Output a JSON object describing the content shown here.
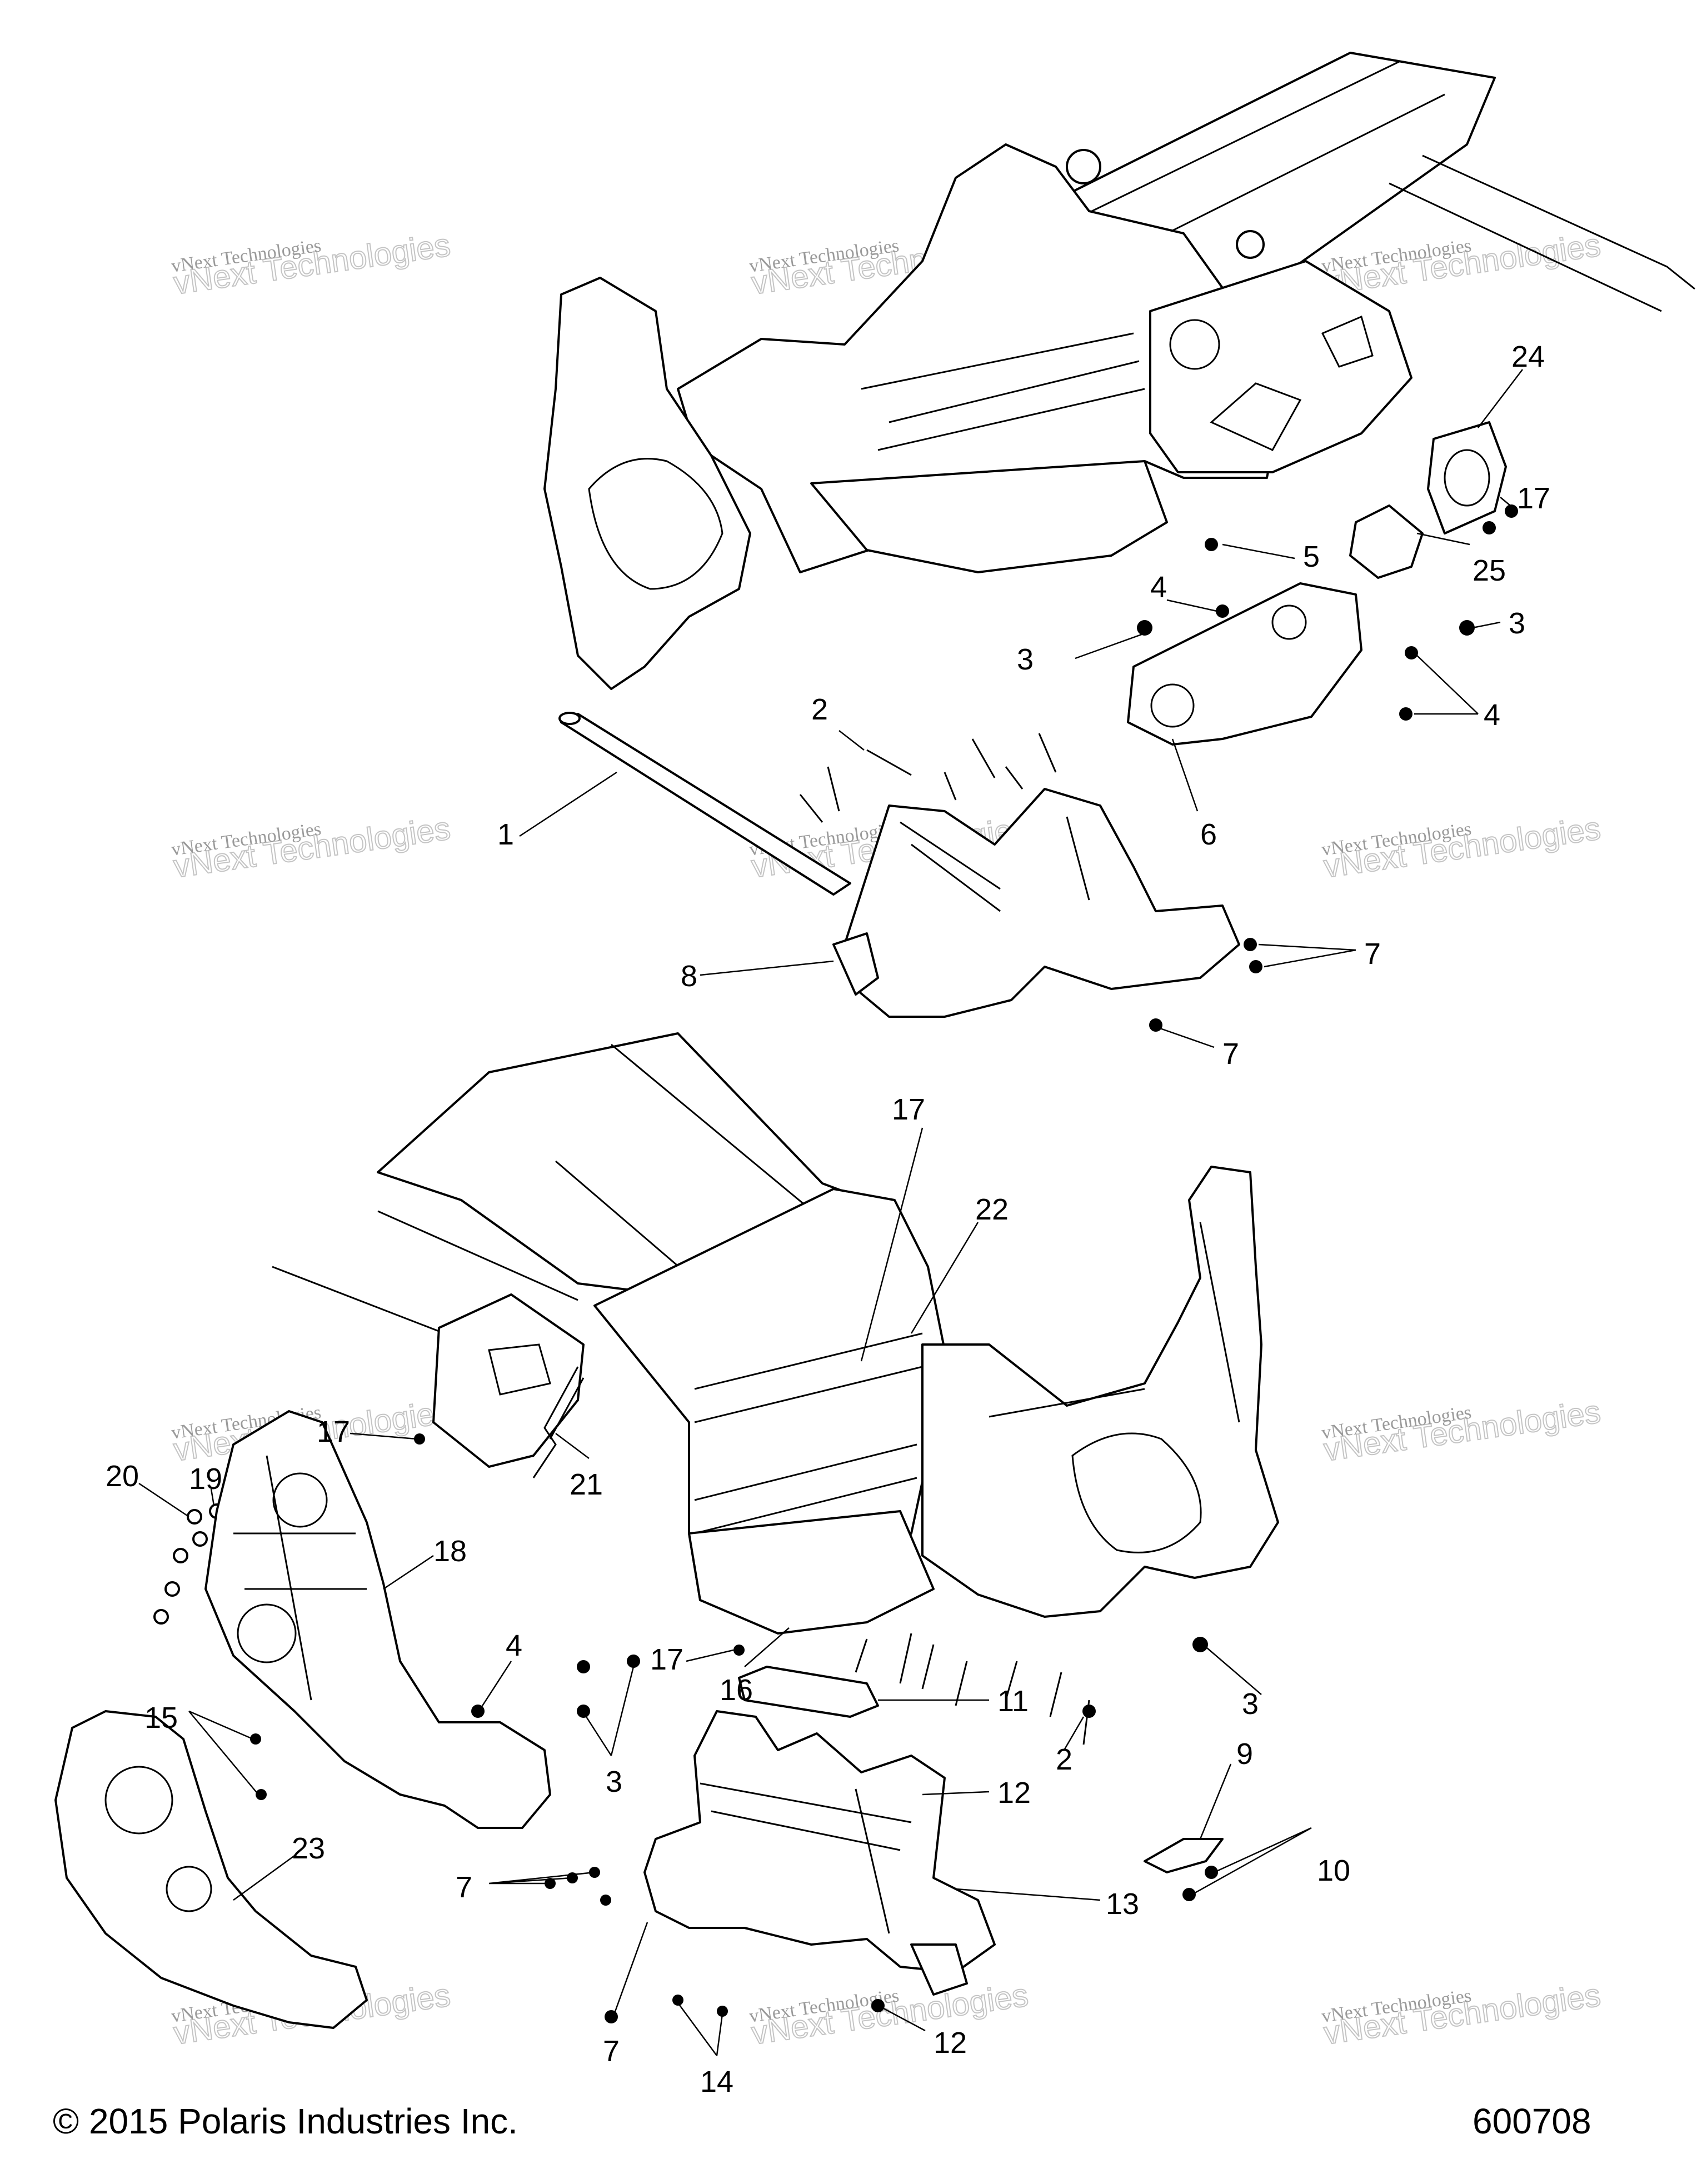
{
  "callouts": [
    {
      "id": "c1",
      "text": "1"
    },
    {
      "id": "c2a",
      "text": "2"
    },
    {
      "id": "c2b",
      "text": "2"
    },
    {
      "id": "c3a",
      "text": "3"
    },
    {
      "id": "c3b",
      "text": "3"
    },
    {
      "id": "c3c",
      "text": "3"
    },
    {
      "id": "c3d",
      "text": "3"
    },
    {
      "id": "c4a",
      "text": "4"
    },
    {
      "id": "c4b",
      "text": "4"
    },
    {
      "id": "c4c",
      "text": "4"
    },
    {
      "id": "c5",
      "text": "5"
    },
    {
      "id": "c6",
      "text": "6"
    },
    {
      "id": "c7a",
      "text": "7"
    },
    {
      "id": "c7b",
      "text": "7"
    },
    {
      "id": "c7c",
      "text": "7"
    },
    {
      "id": "c7d",
      "text": "7"
    },
    {
      "id": "c8",
      "text": "8"
    },
    {
      "id": "c9",
      "text": "9"
    },
    {
      "id": "c10",
      "text": "10"
    },
    {
      "id": "c11",
      "text": "11"
    },
    {
      "id": "c12a",
      "text": "12"
    },
    {
      "id": "c12b",
      "text": "12"
    },
    {
      "id": "c13",
      "text": "13"
    },
    {
      "id": "c14",
      "text": "14"
    },
    {
      "id": "c15",
      "text": "15"
    },
    {
      "id": "c16",
      "text": "16"
    },
    {
      "id": "c17a",
      "text": "17"
    },
    {
      "id": "c17b",
      "text": "17"
    },
    {
      "id": "c17c",
      "text": "17"
    },
    {
      "id": "c17d",
      "text": "17"
    },
    {
      "id": "c18",
      "text": "18"
    },
    {
      "id": "c19",
      "text": "19"
    },
    {
      "id": "c20",
      "text": "20"
    },
    {
      "id": "c21",
      "text": "21"
    },
    {
      "id": "c22",
      "text": "22"
    },
    {
      "id": "c23",
      "text": "23"
    },
    {
      "id": "c24",
      "text": "24"
    },
    {
      "id": "c25",
      "text": "25"
    }
  ],
  "watermark": {
    "line1": "vNext Technologies",
    "line2": "vNext Technologies"
  },
  "footer": {
    "copyright": "© 2015 Polaris Industries Inc.",
    "diagram_number": "600708"
  }
}
